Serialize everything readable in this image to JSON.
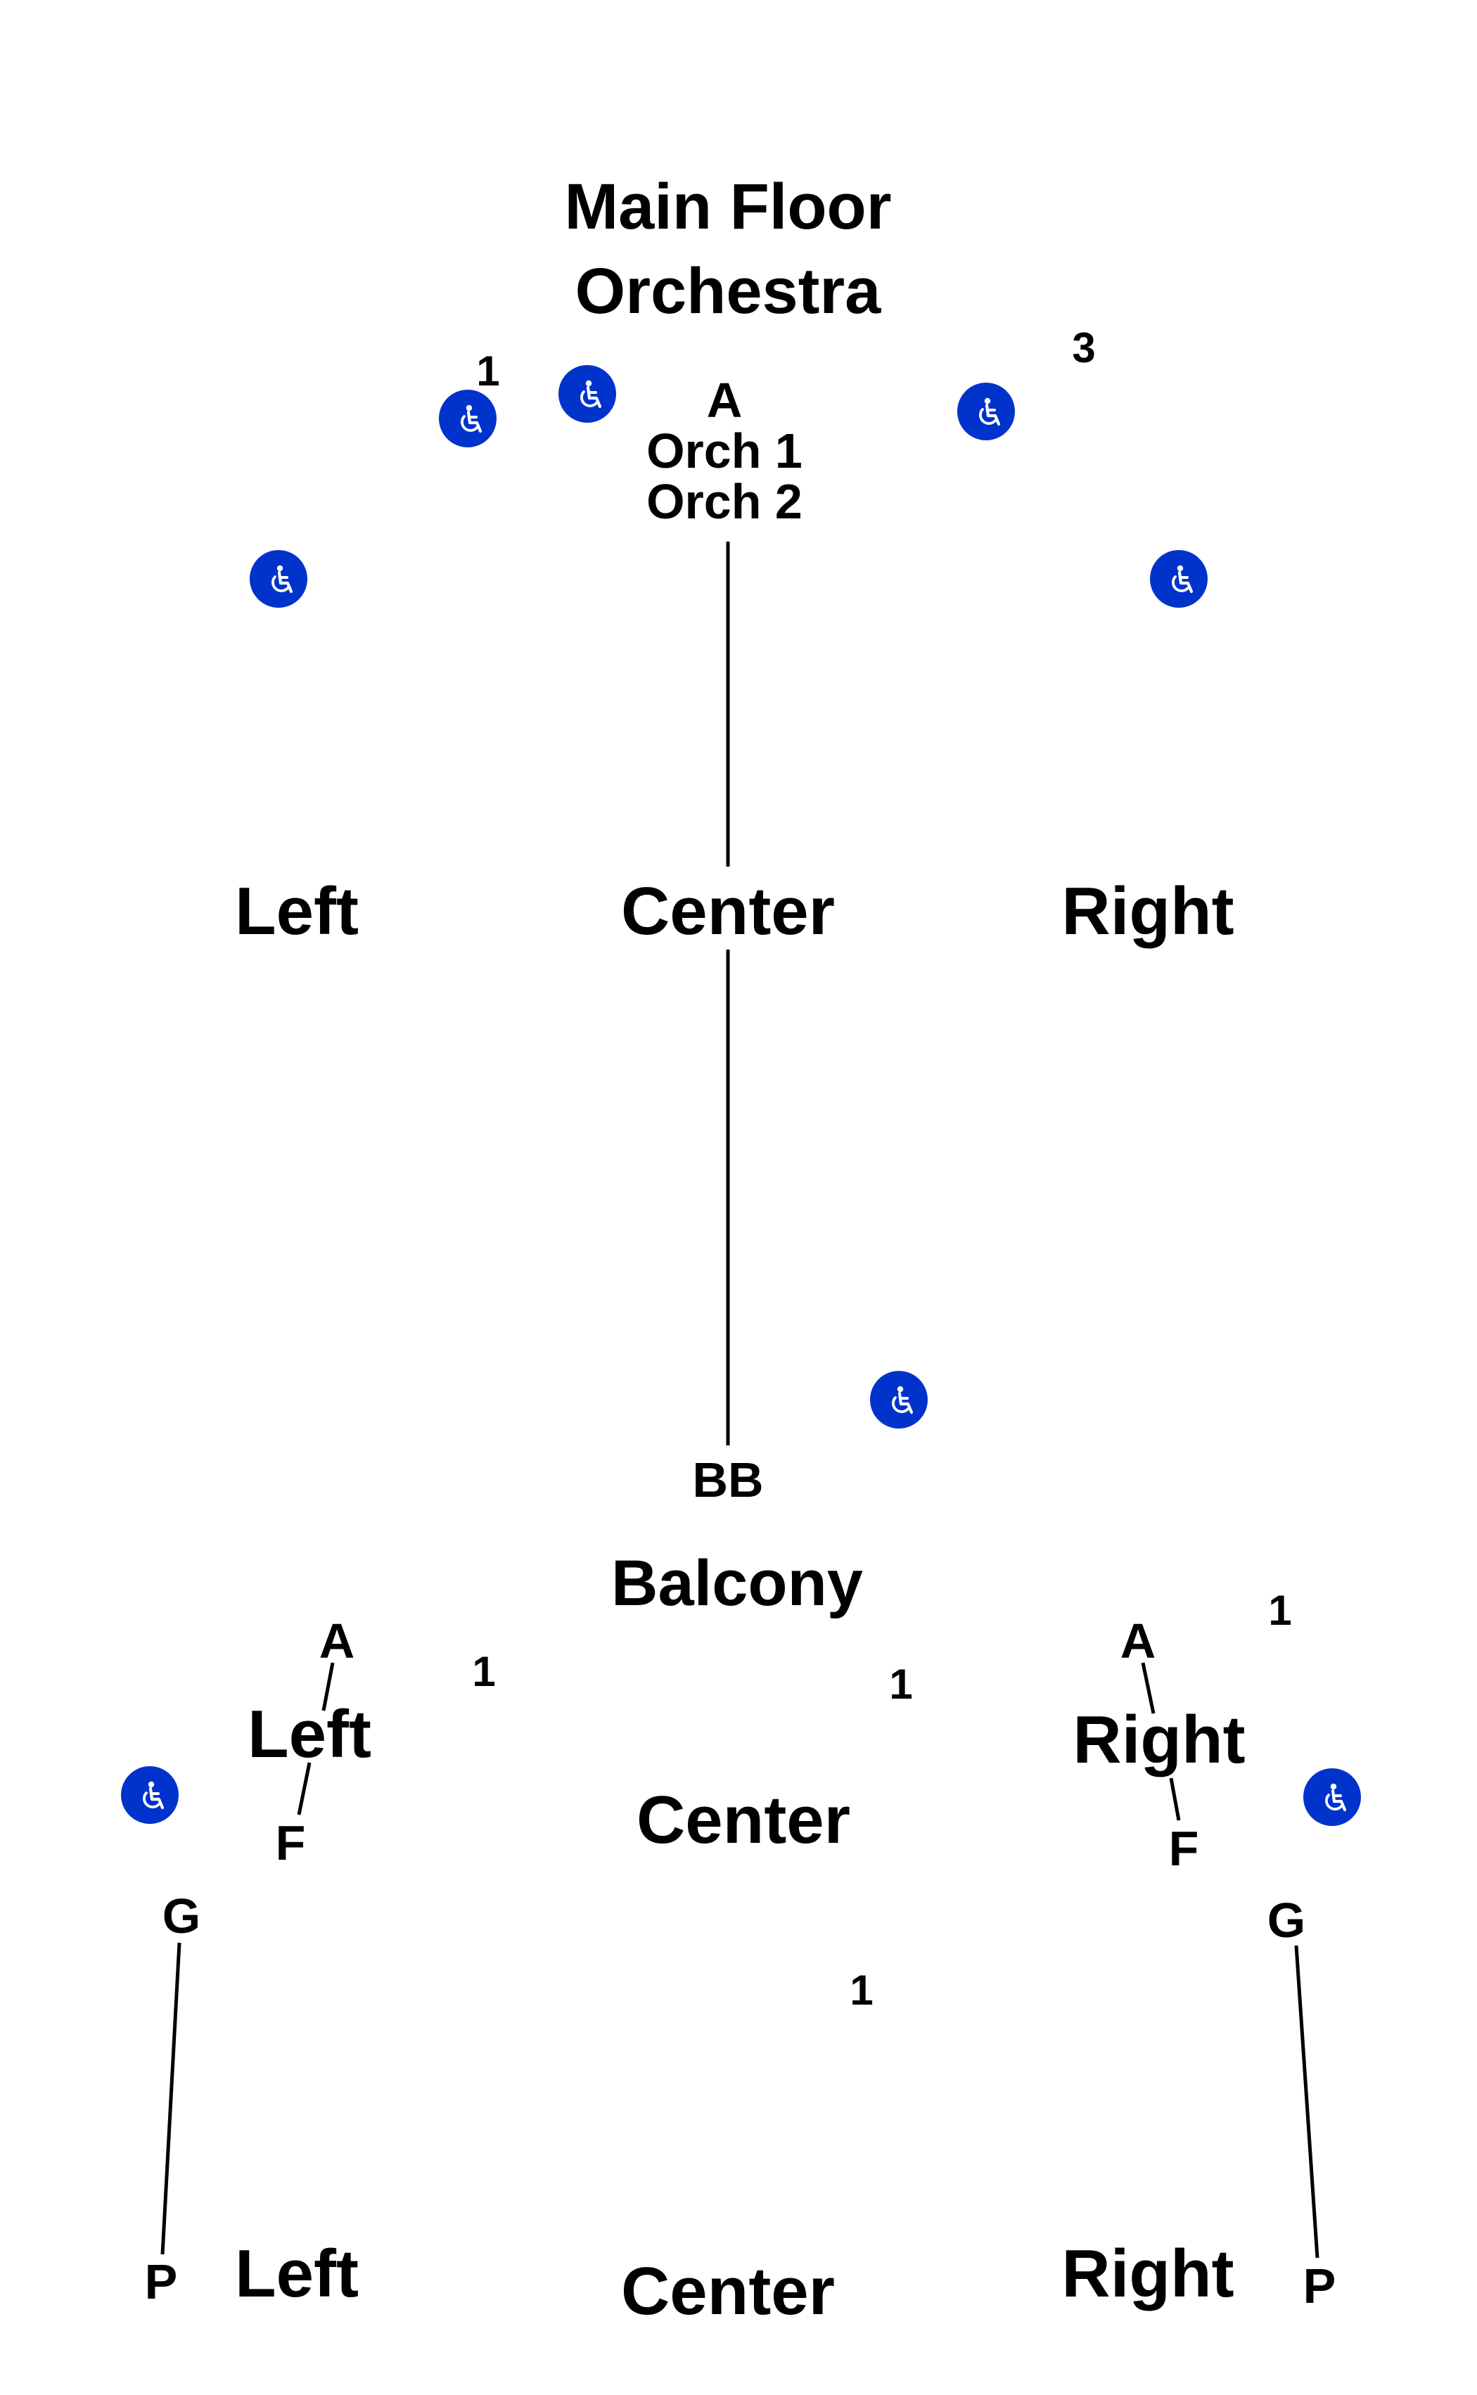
{
  "colors": {
    "text": "#000000",
    "line": "#000000",
    "accessible_badge": "#0033cc",
    "accessible_glyph": "#ffffff"
  },
  "icon": "wheelchair-icon",
  "main_floor": {
    "title_line1": "Main Floor",
    "title_line2": "Orchestra",
    "row_first": "A",
    "orch1": "Orch 1",
    "orch2": "Orch 2",
    "row_last": "BB",
    "seat_left": "1",
    "seat_right": "3",
    "sections": {
      "left": "Left",
      "center": "Center",
      "right": "Right"
    }
  },
  "balcony": {
    "title": "Balcony",
    "left": {
      "label": "Left",
      "row_first": "A",
      "row_last": "F"
    },
    "right": {
      "label": "Right",
      "row_first": "A",
      "row_last": "F"
    },
    "center_label": "Center",
    "seat_front_left": "1",
    "seat_front_center": "1",
    "seat_front_right": "1",
    "seat_rear_center": "1",
    "rear": {
      "left_row_first": "G",
      "left_row_last": "P",
      "right_row_first": "G",
      "right_row_last": "P",
      "sections": {
        "left": "Left",
        "center": "Center",
        "right": "Right"
      }
    }
  }
}
